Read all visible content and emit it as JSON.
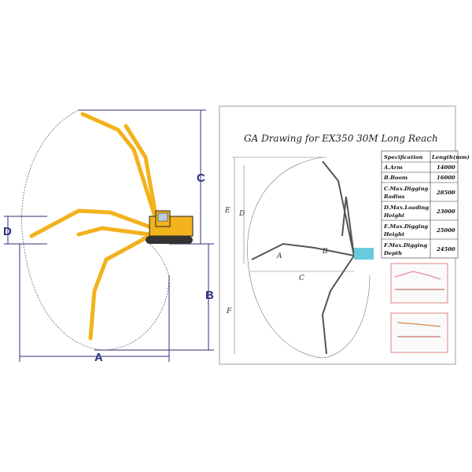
{
  "left_diagram": {
    "dimension_labels": {
      "a": "A",
      "b": "B",
      "c": "C",
      "d": "D"
    },
    "colors": {
      "arm": "#f2b21c",
      "dimension": "#2b2f7a",
      "body": "#f2b21c"
    }
  },
  "right_drawing": {
    "title": "GA Drawing for EX350 30M Long Reach",
    "labels": {
      "a": "A",
      "b": "B",
      "c": "C",
      "d": "D",
      "e": "E",
      "f": "F"
    },
    "table": {
      "headers": [
        "Specification",
        "Length(mm)"
      ],
      "rows": [
        {
          "spec": [
            "A.Arm"
          ],
          "value": "14000"
        },
        {
          "spec": [
            "B.Boom"
          ],
          "value": "16000"
        },
        {
          "spec": [
            "C.Max.Digging",
            "Radius"
          ],
          "value": "28500"
        },
        {
          "spec": [
            "D.Max.Loading",
            "Height"
          ],
          "value": "23000"
        },
        {
          "spec": [
            "E.Max.Digging",
            "Height"
          ],
          "value": "25000"
        },
        {
          "spec": [
            "F.Max.Digging",
            "Depth"
          ],
          "value": "24500"
        }
      ]
    }
  }
}
